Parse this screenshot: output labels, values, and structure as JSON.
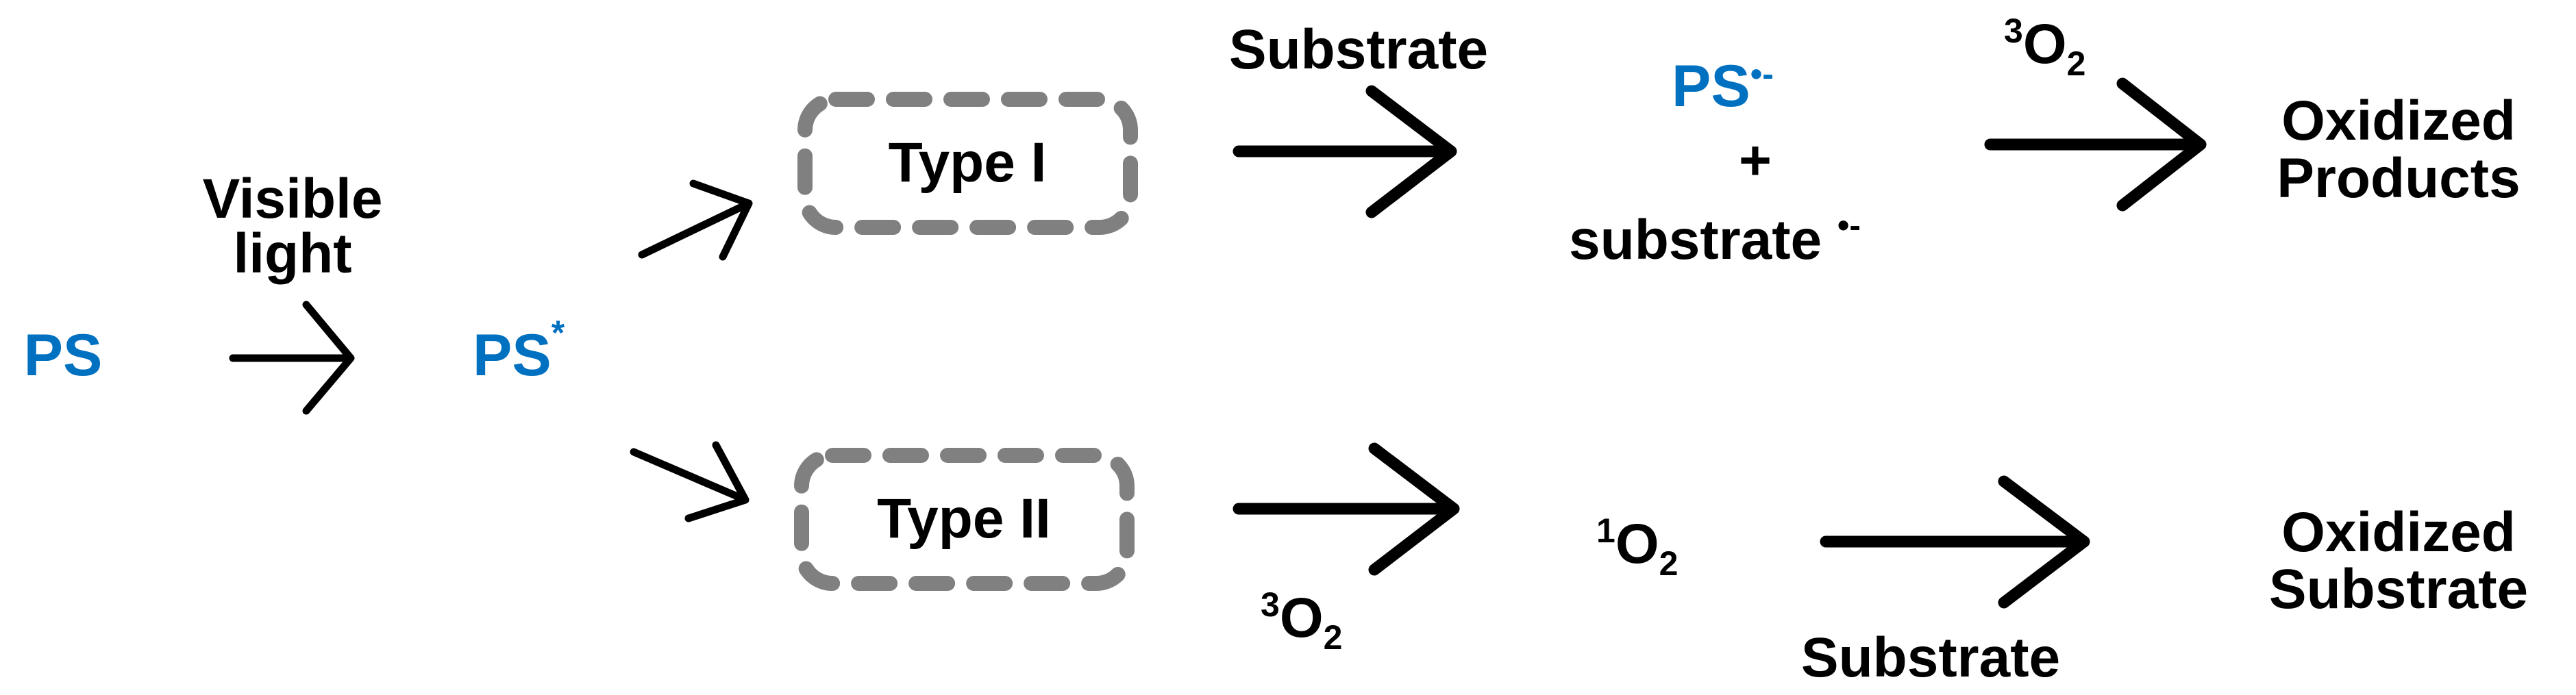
{
  "colors": {
    "ps": "#0070C0",
    "text": "#000000",
    "box_border": "#808080"
  },
  "ps": "PS",
  "visible_light": [
    "Visible",
    "light"
  ],
  "ps_excited": {
    "base": "PS",
    "sup": "*"
  },
  "type1": {
    "label": "Type I",
    "reagent": "Substrate",
    "intermediate_ps": {
      "base": "PS",
      "sup": "•-"
    },
    "plus": "+",
    "intermediate_substrate": {
      "base": "substrate ",
      "sup": "•-"
    },
    "oxygen": {
      "pre": "3",
      "base": "O",
      "sub": "2"
    },
    "product": [
      "Oxidized",
      "Products"
    ]
  },
  "type2": {
    "label": "Type II",
    "oxygen": {
      "pre": "3",
      "base": "O",
      "sub": "2"
    },
    "singlet": {
      "pre": "1",
      "base": "O",
      "sub": "2"
    },
    "reagent": "Substrate",
    "product": [
      "Oxidized",
      "Substrate"
    ]
  }
}
